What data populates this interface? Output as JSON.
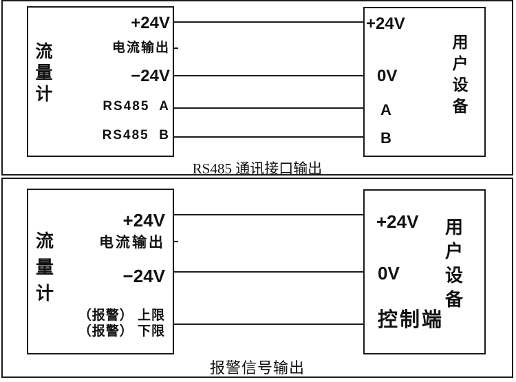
{
  "colors": {
    "ink": "#1a1a1a",
    "paper": "#ffffff"
  },
  "panel_rs485": {
    "caption": "RS485 通讯接口输出",
    "flow_meter": {
      "name_vertical": "流量计",
      "terminals": {
        "p24": "+24V",
        "current_out": "电流输出",
        "m24": "−24V",
        "rs485_a": "RS485  A",
        "rs485_b": "RS485  B"
      }
    },
    "user_device": {
      "name_vertical": "用户设备",
      "terminals": {
        "p24": "+24V",
        "zero_v": "0V",
        "a": "A",
        "b": "B"
      }
    }
  },
  "panel_alarm": {
    "caption": "报警信号输出",
    "flow_meter": {
      "name_vertical": "流量计",
      "terminals": {
        "p24": "+24V",
        "current_out": "电流输出",
        "m24": "−24V",
        "alarm_high": "（报警） 上限",
        "alarm_low": "（报警） 下限"
      }
    },
    "user_device": {
      "name_vertical": "用户设备",
      "terminals": {
        "p24": "+24V",
        "zero_v": "0V",
        "control": "控制端"
      }
    }
  }
}
